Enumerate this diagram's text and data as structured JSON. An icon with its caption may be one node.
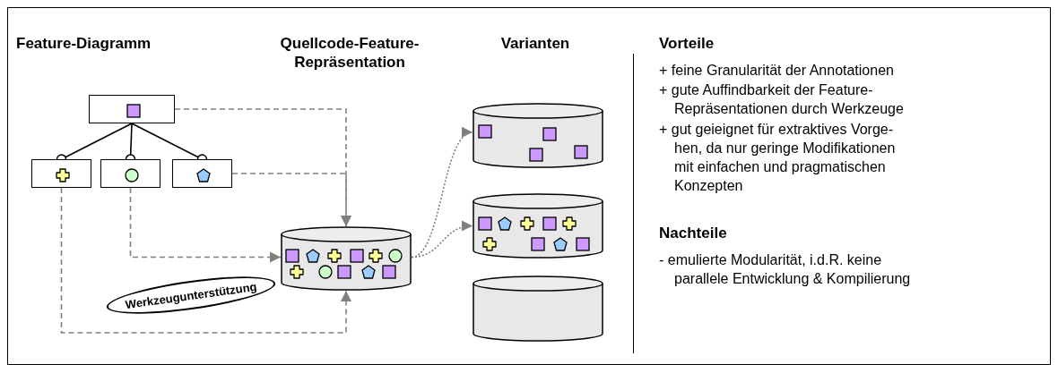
{
  "diagram": {
    "nodes": [
      {
        "text": [],
        "shape": "box"
      },
      {
        "text": [],
        "shape": "box"
      },
      {
        "text": [],
        "shape": "box"
      },
      {
        "text": [],
        "shape": "box"
      },
      {
        "text": [
          "Werkzeugunterstützung"
        ]
      },
      {
        "text": [],
        "shape": "cylinder"
      },
      {
        "text": [],
        "shape": "cylinder"
      },
      {
        "text": [],
        "shape": "cylinder"
      },
      {
        "text": [],
        "shape": "cylinder"
      }
    ],
    "edges": [
      {
        "from": 0,
        "to": 1,
        "arrow": "other",
        "color": "#000000"
      },
      {
        "from": 0,
        "to": 2,
        "arrow": "other",
        "color": "#000000"
      },
      {
        "from": 0,
        "to": 3,
        "arrow": "other",
        "color": "#000000"
      },
      {
        "from": 0,
        "to": 5,
        "arrow": "to",
        "style": "dashed"
      },
      {
        "from": 3,
        "to": 5,
        "arrow": "to",
        "style": "dashed"
      },
      {
        "from": 2,
        "to": 5,
        "arrow": "to",
        "style": "dashed"
      },
      {
        "from": 1,
        "to": 5,
        "arrow": "to",
        "style": "dashed"
      },
      {
        "from": 5,
        "to": 6,
        "arrow": "to",
        "style": "dashed"
      },
      {
        "from": 5,
        "to": 7,
        "arrow": "to",
        "style": "dashed"
      }
    ],
    "labels": [
      "Feature-Diagramm",
      "Quellcode-Feature- Repräsentation",
      "Varianten",
      "Vorteile",
      "+ feine Granularität der Annotationen",
      "+ gute Auffindbarkeit der Feature- Repräsentationen durch Werkzeuge",
      "+ gut geieignet für extraktives Vorge- hen, da nur geringe Modifikationen mit einfachen und pragmatischen Konzepten",
      "Nachteile",
      "- emulierte Modularität, i.d.R. keine parallele Entwicklung & Kompilierung"
    ]
  }
}
